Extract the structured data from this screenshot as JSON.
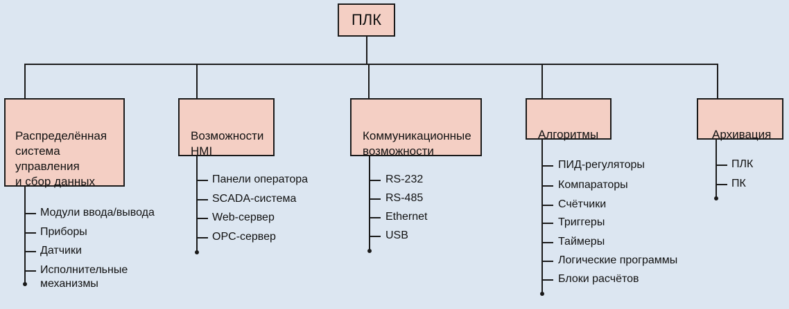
{
  "root": {
    "label": "ПЛК"
  },
  "categories": [
    {
      "label": "Распределённая\nсистема\nуправления\nи сбор данных",
      "items": [
        "Модули ввода/вывода",
        "Приборы",
        "Датчики",
        "Исполнительные\nмеханизмы"
      ]
    },
    {
      "label": "Возможности\nHMI",
      "items": [
        "Панели оператора",
        "SCADA-система",
        "Web-сервер",
        "OPC-сервер"
      ]
    },
    {
      "label": "Коммуникационные\nвозможности",
      "items": [
        "RS-232",
        "RS-485",
        "Ethernet",
        "USB"
      ]
    },
    {
      "label": "Алгоритмы",
      "items": [
        "ПИД-регуляторы",
        "Компараторы",
        "Счётчики",
        "Триггеры",
        "Таймеры",
        "Логические программы",
        "Блоки расчётов"
      ]
    },
    {
      "label": "Архивация",
      "items": [
        "ПЛК",
        "ПК"
      ]
    }
  ]
}
